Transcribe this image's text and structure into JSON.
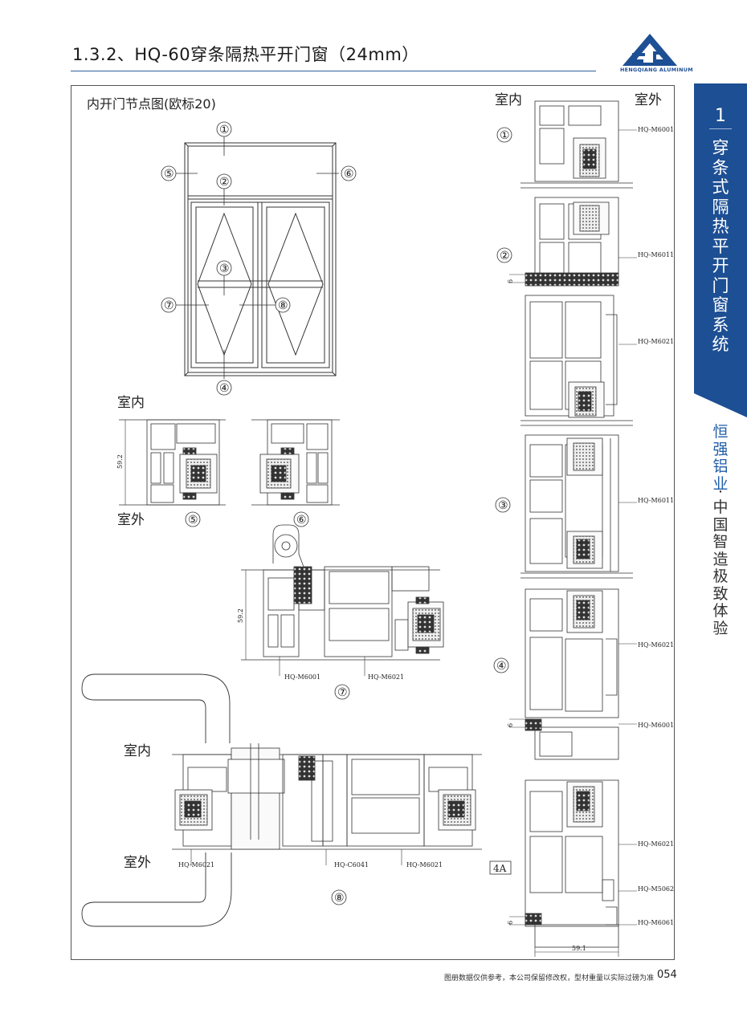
{
  "header": {
    "title": "1.3.2、HQ-60穿条隔热平开门窗（24mm）",
    "logo_text": "HENGQIANG ALUMINUM",
    "brand_color": "#1d4f94"
  },
  "sidebar": {
    "number": "1",
    "category": "穿条式隔热平开门窗系统",
    "brand": "恒强铝业",
    "separator": "·",
    "slogan": "中国智造 极致体验",
    "color": "#1d4f94"
  },
  "diagram": {
    "main_title": "内开门节点图(欧标20)",
    "indoor": "室内",
    "outdoor": "室外",
    "dimension_height": "59.2",
    "dimension_width": "59.1",
    "dimension_small": "6",
    "elevation_markers": [
      "①",
      "②",
      "③",
      "④",
      "⑤",
      "⑥",
      "⑦",
      "⑧"
    ],
    "detail_markers": {
      "d5": "⑤",
      "d6": "⑥",
      "d7": "⑦",
      "d8": "⑧",
      "r1": "①",
      "r2": "②",
      "r3": "③",
      "r4": "④",
      "r4a": "4A"
    },
    "profile_codes": {
      "d7_left": "HQ-M6001",
      "d7_right": "HQ-M6021",
      "d8_left": "HQ-M6021",
      "d8_mid": "HQ-C6041",
      "d8_right": "HQ-M6021",
      "r1": "HQ-M6001",
      "r2a": "HQ-M6011",
      "r2b": "HQ-M6021",
      "r3": "HQ-M6011",
      "r4a": "HQ-M6021",
      "r4b": "HQ-M6001",
      "r5a": "HQ-M6021",
      "r5b": "HQ-M5062",
      "r5c": "HQ-M6061"
    }
  },
  "footer": {
    "note": "图册数据仅供参考，本公司保留修改权，型材重量以实际过磅为准",
    "page": "054"
  }
}
